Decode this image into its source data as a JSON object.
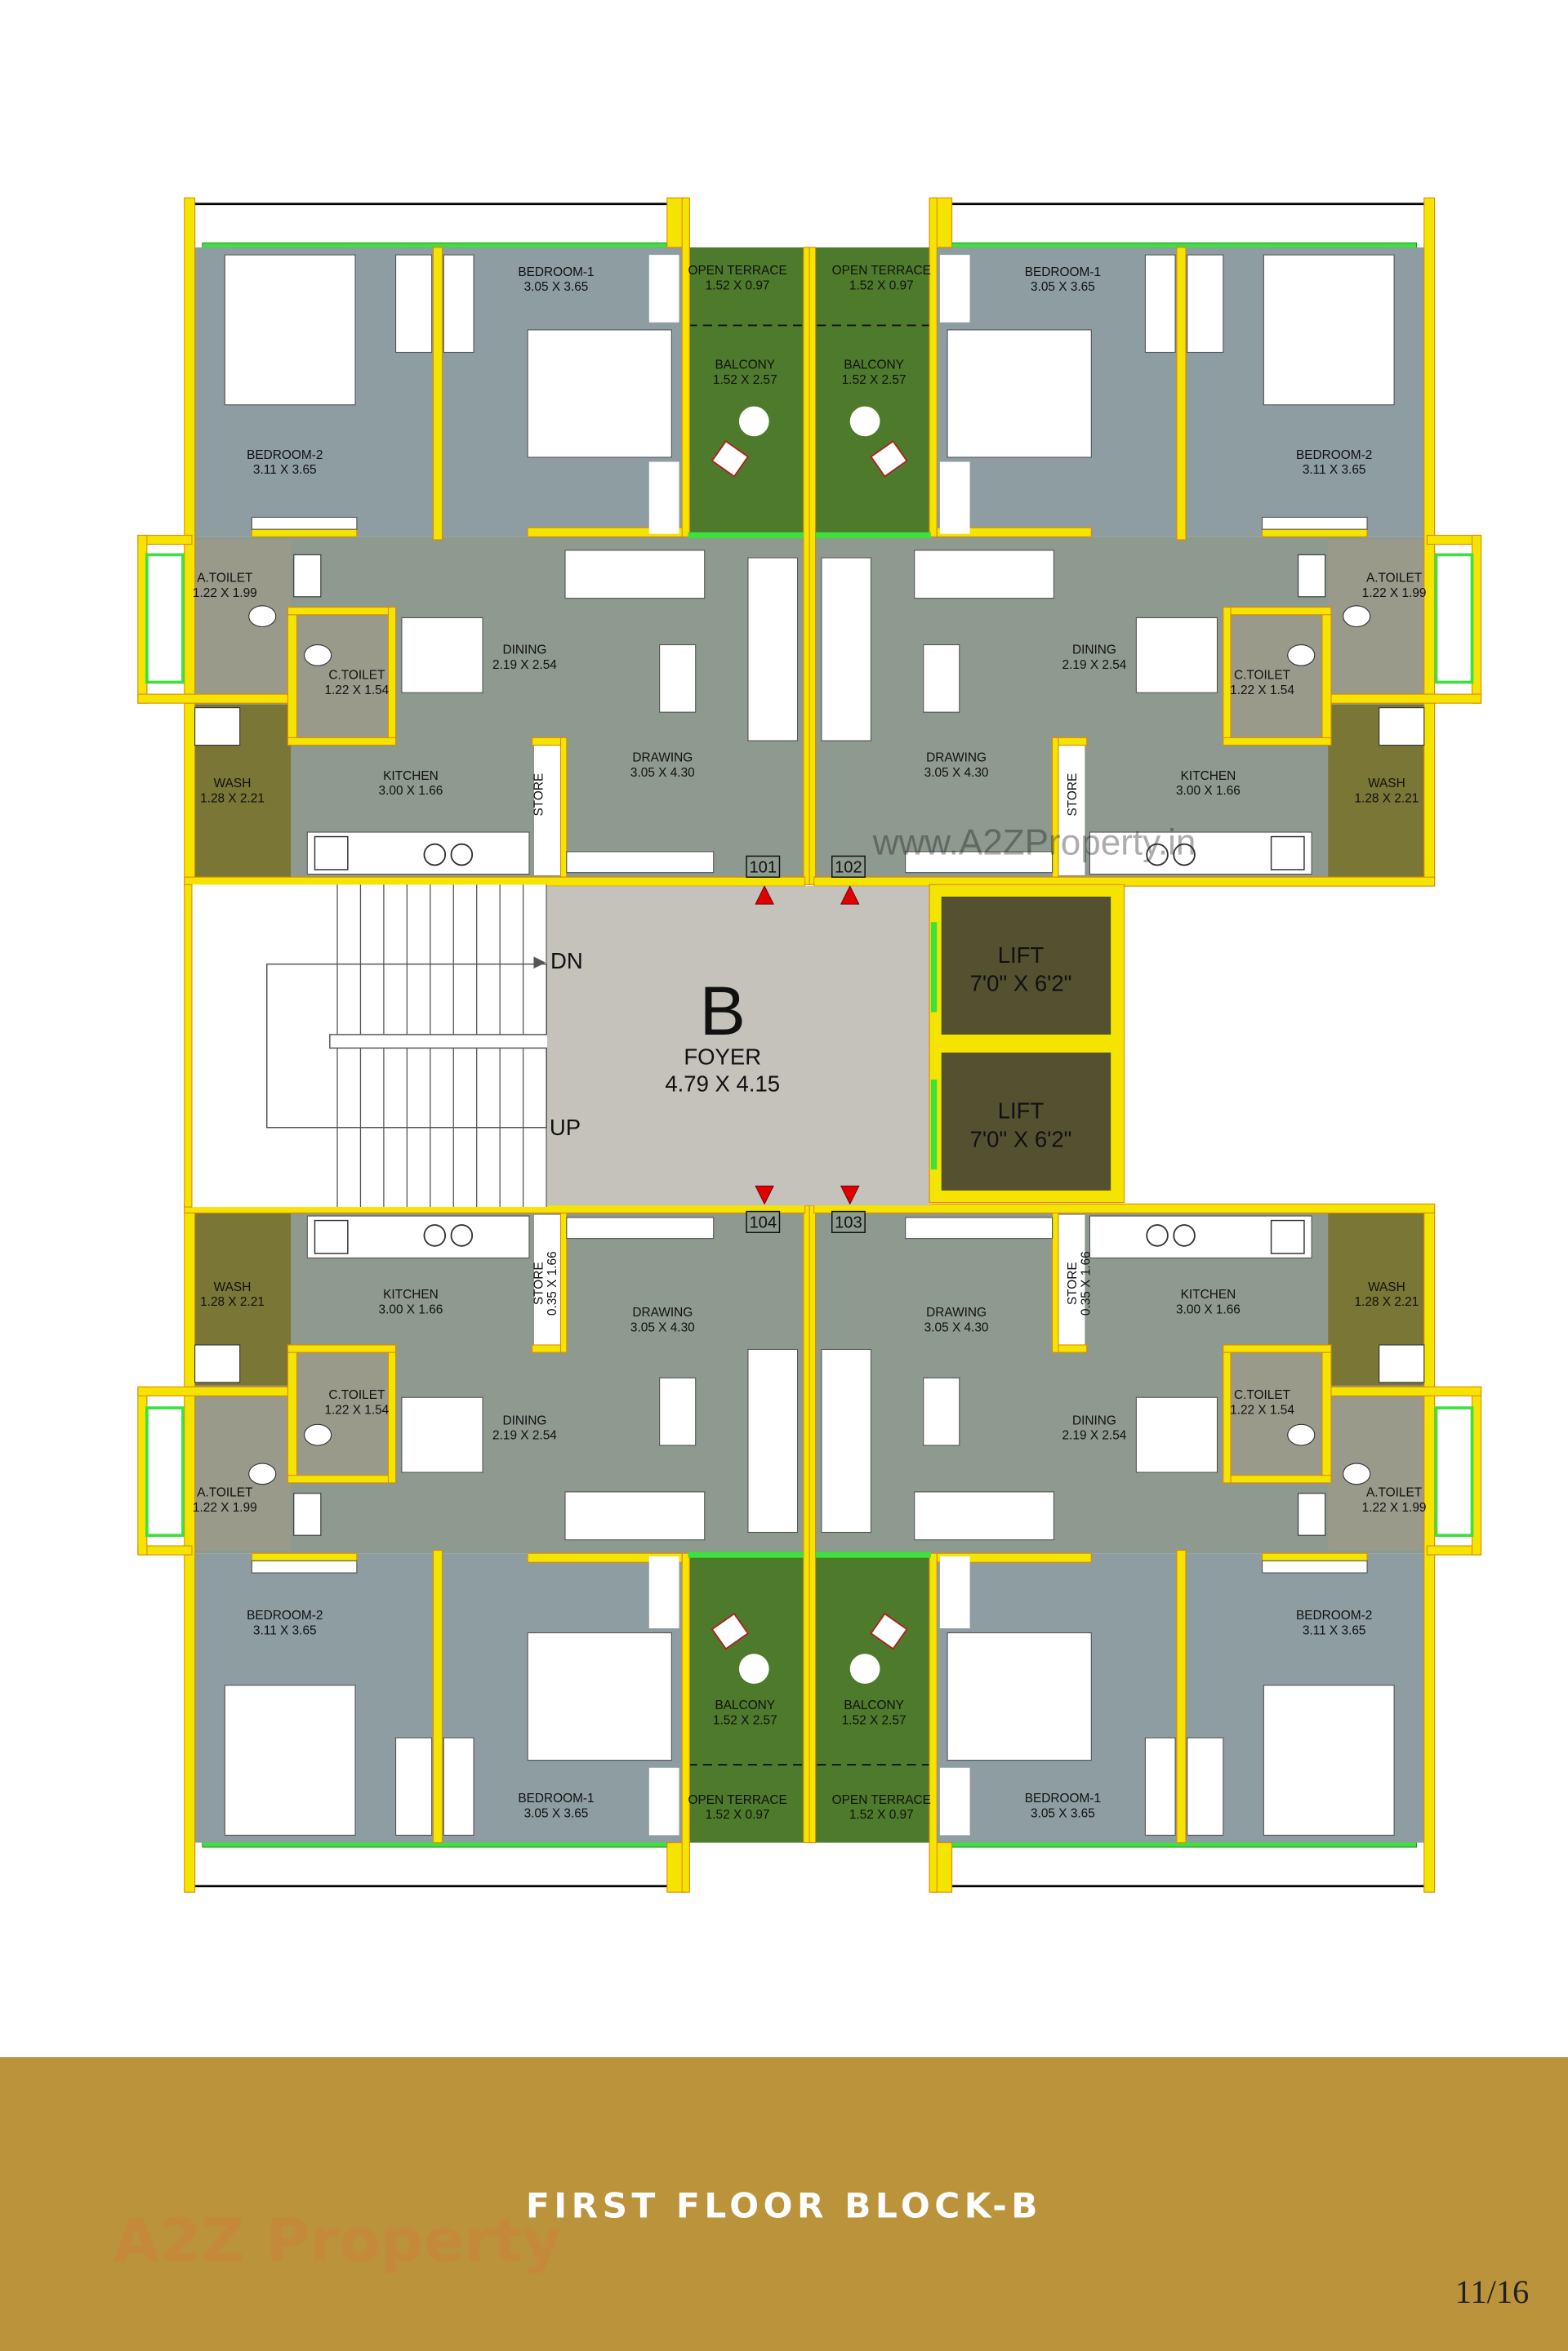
{
  "plan": {
    "title": "FIRST FLOOR BLOCK-B",
    "page": "11/16",
    "watermark": "www.A2ZProperty.in",
    "logo_text": "A2Z Property",
    "colors": {
      "wall": "#f4e400",
      "bedroom": "#8d9da2",
      "living": "#8e998f",
      "toilet": "#9a9a8a",
      "wash": "#7a7636",
      "terrace": "#4e7a2c",
      "foyer": "#c5c1bb",
      "lift": "#535130",
      "glass": "#3ee03e",
      "arrow": "#e00000",
      "banner": "#bb933b"
    },
    "units": [
      {
        "number": "101",
        "rooms": {
          "bedroom2": {
            "name": "BEDROOM-2",
            "dims": "3.11 X 3.65"
          },
          "bedroom1": {
            "name": "BEDROOM-1",
            "dims": "3.05 X 3.65"
          },
          "terrace": {
            "name": "OPEN TERRACE",
            "dims": "1.52 X 0.97"
          },
          "balcony": {
            "name": "BALCONY",
            "dims": "1.52 X 2.57"
          },
          "atoilet": {
            "name": "A.TOILET",
            "dims": "1.22 X 1.99"
          },
          "ctoilet": {
            "name": "C.TOILET",
            "dims": "1.22 X 1.54"
          },
          "dining": {
            "name": "DINING",
            "dims": "2.19 X 2.54"
          },
          "drawing": {
            "name": "DRAWING",
            "dims": "3.05 X 4.30"
          },
          "kitchen": {
            "name": "KITCHEN",
            "dims": "3.00 X 1.66"
          },
          "wash": {
            "name": "WASH",
            "dims": "1.28 X 2.21"
          },
          "store": {
            "name": "STORE",
            "dims": ""
          }
        }
      },
      {
        "number": "102",
        "rooms": {
          "bedroom2": {
            "name": "BEDROOM-2",
            "dims": "3.11 X 3.65"
          },
          "bedroom1": {
            "name": "BEDROOM-1",
            "dims": "3.05 X 3.65"
          },
          "terrace": {
            "name": "OPEN TERRACE",
            "dims": "1.52 X 0.97"
          },
          "balcony": {
            "name": "BALCONY",
            "dims": "1.52 X 2.57"
          },
          "atoilet": {
            "name": "A.TOILET",
            "dims": "1.22 X 1.99"
          },
          "ctoilet": {
            "name": "C.TOILET",
            "dims": "1.22 X 1.54"
          },
          "dining": {
            "name": "DINING",
            "dims": "2.19 X 2.54"
          },
          "drawing": {
            "name": "DRAWING",
            "dims": "3.05 X 4.30"
          },
          "kitchen": {
            "name": "KITCHEN",
            "dims": "3.00 X 1.66"
          },
          "wash": {
            "name": "WASH",
            "dims": "1.28 X 2.21"
          },
          "store": {
            "name": "STORE",
            "dims": ""
          }
        }
      },
      {
        "number": "104",
        "rooms": {
          "bedroom2": {
            "name": "BEDROOM-2",
            "dims": "3.11 X 3.65"
          },
          "bedroom1": {
            "name": "BEDROOM-1",
            "dims": "3.05 X 3.65"
          },
          "terrace": {
            "name": "OPEN TERRACE",
            "dims": "1.52 X 0.97"
          },
          "balcony": {
            "name": "BALCONY",
            "dims": "1.52 X 2.57"
          },
          "atoilet": {
            "name": "A.TOILET",
            "dims": "1.22 X 1.99"
          },
          "ctoilet": {
            "name": "C.TOILET",
            "dims": "1.22 X 1.54"
          },
          "dining": {
            "name": "DINING",
            "dims": "2.19 X 2.54"
          },
          "drawing": {
            "name": "DRAWING",
            "dims": "3.05 X 4.30"
          },
          "kitchen": {
            "name": "KITCHEN",
            "dims": "3.00 X 1.66"
          },
          "wash": {
            "name": "WASH",
            "dims": "1.28 X 2.21"
          },
          "store": {
            "name": "STORE",
            "dims": "0.35 X 1.66"
          }
        }
      },
      {
        "number": "103",
        "rooms": {
          "bedroom2": {
            "name": "BEDROOM-2",
            "dims": "3.11 X 3.65"
          },
          "bedroom1": {
            "name": "BEDROOM-1",
            "dims": "3.05 X 3.65"
          },
          "terrace": {
            "name": "OPEN TERRACE",
            "dims": "1.52 X 0.97"
          },
          "balcony": {
            "name": "BALCONY",
            "dims": "1.52 X 2.57"
          },
          "atoilet": {
            "name": "A.TOILET",
            "dims": "1.22 X 1.99"
          },
          "ctoilet": {
            "name": "C.TOILET",
            "dims": "1.22 X 1.54"
          },
          "dining": {
            "name": "DINING",
            "dims": "2.19 X 2.54"
          },
          "drawing": {
            "name": "DRAWING",
            "dims": "3.05 X 4.30"
          },
          "kitchen": {
            "name": "KITCHEN",
            "dims": "3.00 X 1.66"
          },
          "wash": {
            "name": "WASH",
            "dims": "1.28 X 2.21"
          },
          "store": {
            "name": "STORE",
            "dims": "0.35 X 1.66"
          }
        }
      }
    ],
    "core": {
      "block_letter": "B",
      "foyer_name": "FOYER",
      "foyer_dims": "4.79 X 4.15",
      "stair_down": "DN",
      "stair_up": "UP",
      "lifts": [
        {
          "name": "LIFT",
          "dims": "7'0\" X 6'2\""
        },
        {
          "name": "LIFT",
          "dims": "7'0\" X 6'2\""
        }
      ]
    }
  }
}
